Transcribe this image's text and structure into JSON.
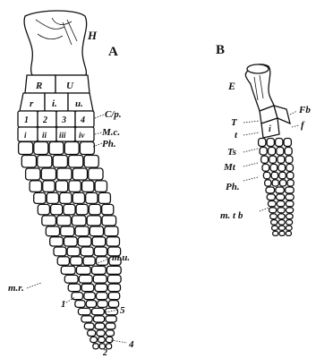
{
  "figure_a": {
    "panel_label": "A",
    "labels": {
      "humerus": "H",
      "radiale": "R",
      "ulnare": "U",
      "radial_side": "r",
      "intermedium": "i.",
      "ulnar_side": "u.",
      "carpal_1": "1",
      "carpal_2": "2",
      "carpal_3": "3",
      "carpal_4": "4",
      "mc_1": "i",
      "mc_2": "ii",
      "mc_3": "iii",
      "mc_4": "iv",
      "carpale": "C/p.",
      "metacarpal": "M.c.",
      "phalanges": "Ph.",
      "margin_ulnar": "m.u.",
      "margin_radial": "m.r.",
      "digit_1": "1",
      "digit_5": "5",
      "digit_4": "4",
      "digit_2": "2"
    }
  },
  "figure_b": {
    "panel_label": "B",
    "labels": {
      "femur": "E",
      "fibula_label": "Fb",
      "fib_small": "f",
      "tibia": "T",
      "tib_small": "t",
      "intermedium": "i",
      "tarsale": "Ts",
      "metatarsal": "Mt",
      "phalanges": "Ph.",
      "margin": "m. t b"
    }
  }
}
